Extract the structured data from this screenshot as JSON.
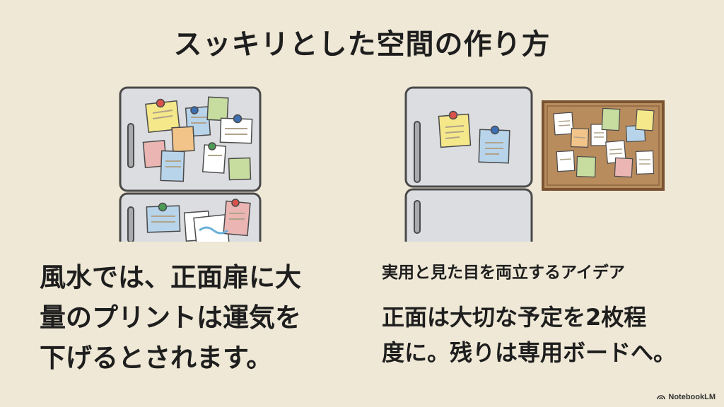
{
  "title": "スッキリとした空間の作り方",
  "left": {
    "line1": "風水では、正面扉に大",
    "line2": "量のプリントは運気を",
    "line3": "下げるとされます。"
  },
  "right": {
    "subtitle": "実用と見た目を両立するアイデア",
    "line1": "正面は大切な予定を2枚程",
    "line2": "度に。残りは専用ボードへ。"
  },
  "brand": "NotebookLM",
  "colors": {
    "background": "#efe8d6",
    "fridge": "#dcdde0",
    "cork": "#b98c5e",
    "frame": "#7a5330",
    "note_yellow": "#f5e88a",
    "note_blue": "#b8d4ea",
    "note_orange": "#f2c489",
    "note_green": "#c7dda0",
    "note_pink": "#eab5b2",
    "magnet_red": "#d9534a",
    "magnet_blue": "#3d6fb3",
    "magnet_green": "#4e9b55"
  },
  "icons": {
    "fridge_left": "cluttered-fridge-icon",
    "fridge_right": "tidy-fridge-icon",
    "board": "cork-board-icon",
    "brand": "notebooklm-logo-icon"
  }
}
